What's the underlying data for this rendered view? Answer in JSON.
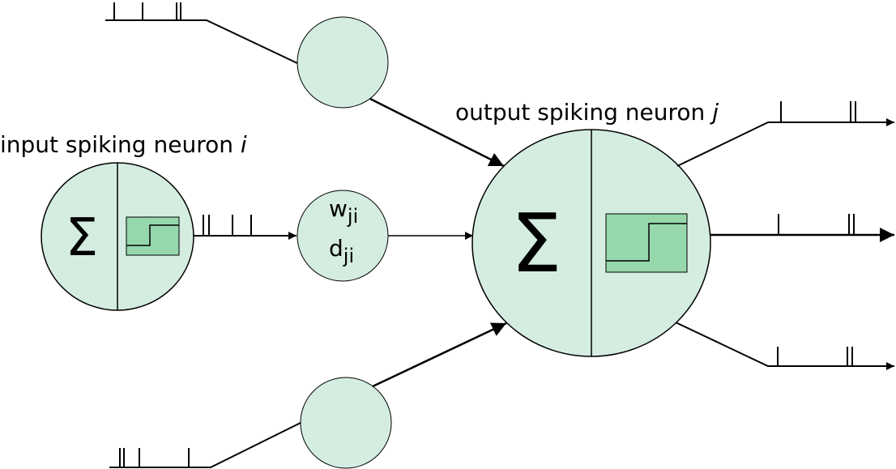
{
  "colors": {
    "neuron_fill": "#d4ede0",
    "activation_fill": "#96d8ac",
    "stroke": "#000000"
  },
  "labels": {
    "input_neuron_text": "input spiking neuron ",
    "input_neuron_index": "i",
    "output_neuron_text": "output spiking neuron ",
    "output_neuron_index": "j",
    "sum_symbol": "Σ",
    "weight_base": "w",
    "delay_base": "d",
    "synapse_subscript": "ji"
  },
  "icons": {
    "activation": "step-function-icon",
    "spike_train": "spike-train-icon",
    "synapse": "synapse-circle"
  }
}
